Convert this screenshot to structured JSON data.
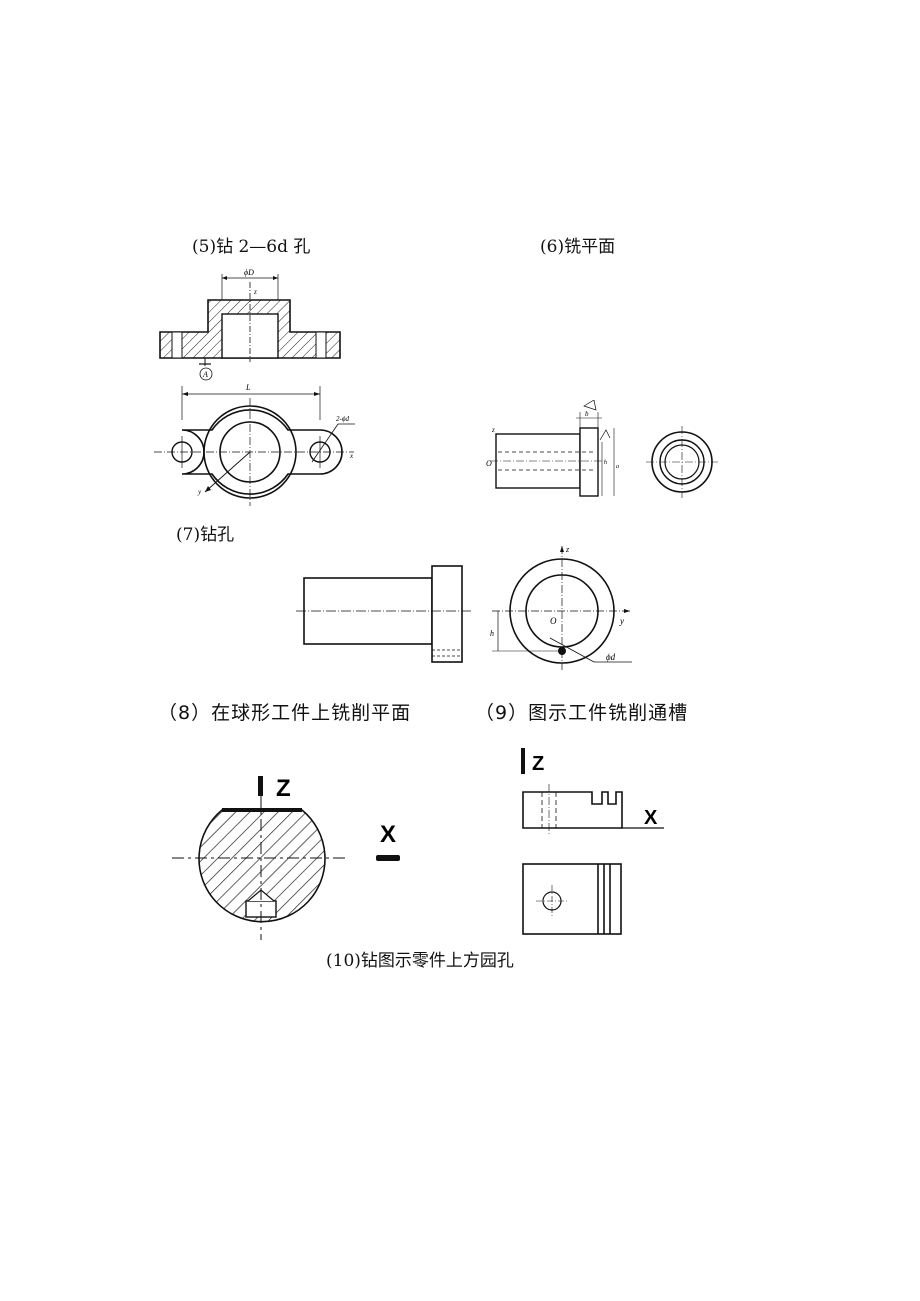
{
  "captions": {
    "c5": "(5)钻 2—6d 孔",
    "c6": "(6)铣平面",
    "c7": "(7)钻孔",
    "c8": "（8）在球形工件上铣削平面",
    "c9": "（9）图示工件铣削通槽",
    "c10": "(10)钻图示零件上方园孔"
  },
  "fig5": {
    "dim_D": "ϕD",
    "axis_z": "z",
    "axis_x": "x",
    "axis_y": "y",
    "dim_L": "L",
    "hole_note": "2-ϕd",
    "datum": "A"
  },
  "fig6": {
    "axis_z": "z",
    "origin": "O",
    "dim_b": "b",
    "dim_h": "h",
    "dim_a": "a"
  },
  "fig7": {
    "axis_z": "z",
    "axis_y": "y",
    "origin": "O",
    "dim_h": "h",
    "dim_d": "ϕd"
  },
  "fig8": {
    "axis_z": "Z",
    "axis_x": "X"
  },
  "fig9": {
    "axis_z": "Z",
    "axis_x": "X"
  }
}
